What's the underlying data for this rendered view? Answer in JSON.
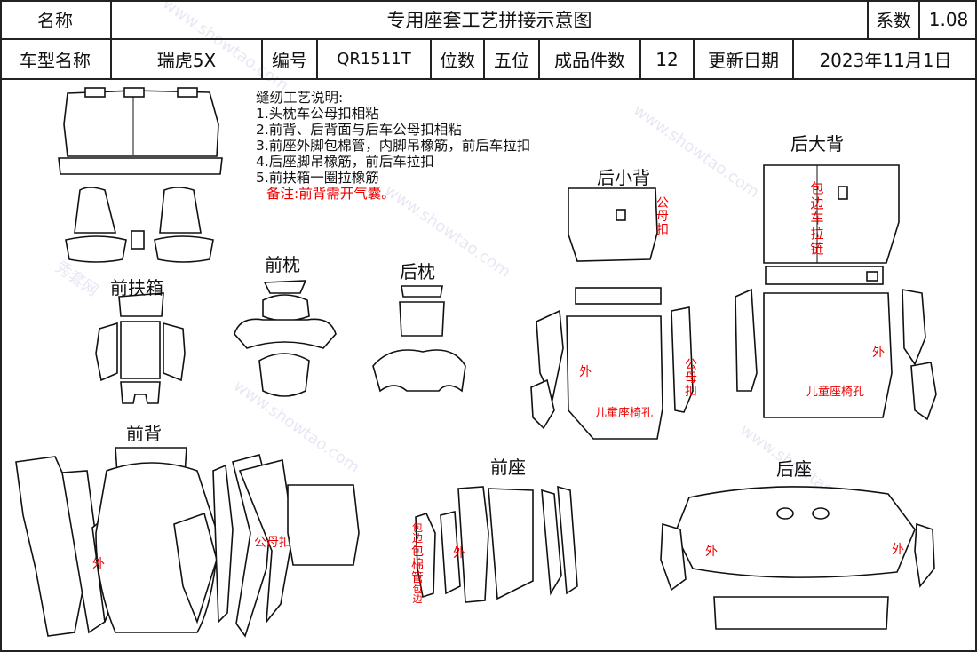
{
  "header": {
    "row1": {
      "name_label": "名称",
      "title": "专用座套工艺拼接示意图",
      "coef_label": "系数",
      "coef_value": "1.08"
    },
    "row2": {
      "model_label": "车型名称",
      "model_value": "瑞虎5X",
      "code_label": "编号",
      "code_value": "QR1511T",
      "seats_label": "位数",
      "seats_value": "五位",
      "pieces_label": "成品件数",
      "pieces_value": "12",
      "date_label": "更新日期",
      "date_value": "2023年11月1日"
    }
  },
  "notes": {
    "title": "缝纫工艺说明:",
    "items": [
      "1.头枕车公母扣相粘",
      "2.前背、后背面与后车公母扣相粘",
      "3.前座外脚包棉管，内脚吊橡筋，前后车拉扣",
      "4.后座脚吊橡筋，前后车拉扣",
      "5.前扶箱一圈拉橡筋"
    ],
    "remark": "备注:前背需开气囊。"
  },
  "sections": {
    "front_armrest": "前扶箱",
    "front_headrest": "前枕",
    "rear_headrest": "后枕",
    "rear_small_back": "后小背",
    "rear_big_back": "后大背",
    "front_back": "前背",
    "front_seat": "前座",
    "rear_seat": "后座"
  },
  "annotations": {
    "outside": "外",
    "snap": "公母扣",
    "child_seat_hole": "儿童座椅孔",
    "hem_zip": "包边车拉链",
    "hem": "包边",
    "cotton_tube": "包棉管"
  },
  "watermark": {
    "text1": "秀套网",
    "text2": "www.showtao.com"
  }
}
